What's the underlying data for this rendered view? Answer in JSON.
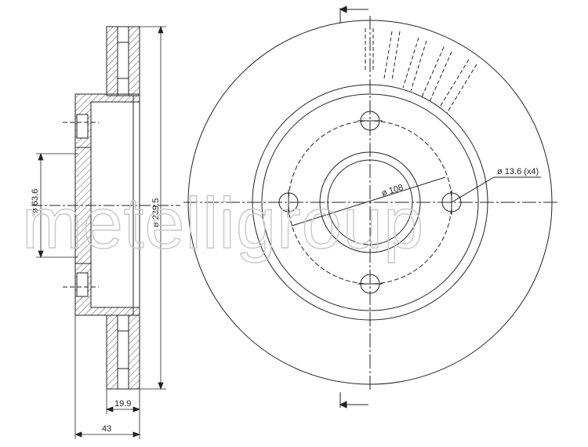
{
  "watermark": "metelligroup",
  "dimensions": {
    "outer_diameter": "ø 239.5",
    "hub_bore": "ø 63.6",
    "bolt_circle": "ø 108",
    "bolt_holes": "ø 13.6 (x4)",
    "disc_thickness": "19.9",
    "overall_height": "43"
  },
  "colors": {
    "line": "#222222",
    "hatch": "#555555",
    "watermark": "#c8c8c8"
  }
}
